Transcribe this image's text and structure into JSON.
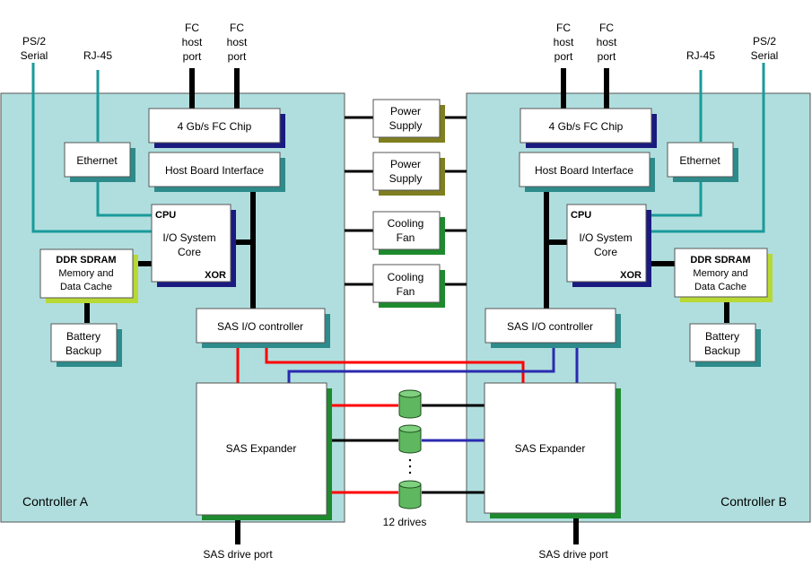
{
  "colors": {
    "controller_fill": "#b0dede",
    "box_fill": "#ffffff",
    "shadow_navy": "#1a1a80",
    "shadow_teal": "#2e8b8b",
    "shadow_olive": "#7f7f1f",
    "shadow_green": "#1e8a2e",
    "shadow_lime": "#b8d934",
    "line_black": "#000000",
    "line_teal": "#1a9a9a",
    "line_red": "#ff0000",
    "line_blue": "#2a2ab0",
    "drive_fill": "#5fb85f"
  },
  "controller_a": {
    "label": "Controller A",
    "ps2_label": [
      "PS/2",
      "Serial"
    ],
    "rj45_label": "RJ-45",
    "fc_port_1": [
      "FC",
      "host",
      "port"
    ],
    "fc_port_2": [
      "FC",
      "host",
      "port"
    ],
    "fc_chip": "4 Gb/s FC Chip",
    "host_board": "Host Board Interface",
    "ethernet": "Ethernet",
    "cpu_label": "CPU",
    "io_core": [
      "I/O System",
      "Core"
    ],
    "xor_label": "XOR",
    "ddr_title": "DDR SDRAM",
    "ddr_sub": [
      "Memory and",
      "Data Cache"
    ],
    "battery": [
      "Battery",
      "Backup"
    ],
    "sas_io": "SAS I/O controller",
    "sas_expander": "SAS Expander",
    "drive_port": "SAS drive port"
  },
  "controller_b": {
    "label": "Controller B",
    "ps2_label": [
      "PS/2",
      "Serial"
    ],
    "rj45_label": "RJ-45",
    "fc_port_1": [
      "FC",
      "host",
      "port"
    ],
    "fc_port_2": [
      "FC",
      "host",
      "port"
    ],
    "fc_chip": "4 Gb/s FC Chip",
    "host_board": "Host Board Interface",
    "ethernet": "Ethernet",
    "cpu_label": "CPU",
    "io_core": [
      "I/O System",
      "Core"
    ],
    "xor_label": "XOR",
    "ddr_title": "DDR SDRAM",
    "ddr_sub": [
      "Memory and",
      "Data Cache"
    ],
    "battery": [
      "Battery",
      "Backup"
    ],
    "sas_io": "SAS I/O controller",
    "sas_expander": "SAS Expander",
    "drive_port": "SAS drive port"
  },
  "shared": {
    "power_supply_1": [
      "Power",
      "Supply"
    ],
    "power_supply_2": [
      "Power",
      "Supply"
    ],
    "cooling_fan_1": [
      "Cooling",
      "Fan"
    ],
    "cooling_fan_2": [
      "Cooling",
      "Fan"
    ],
    "drives_label": "12 drives"
  }
}
